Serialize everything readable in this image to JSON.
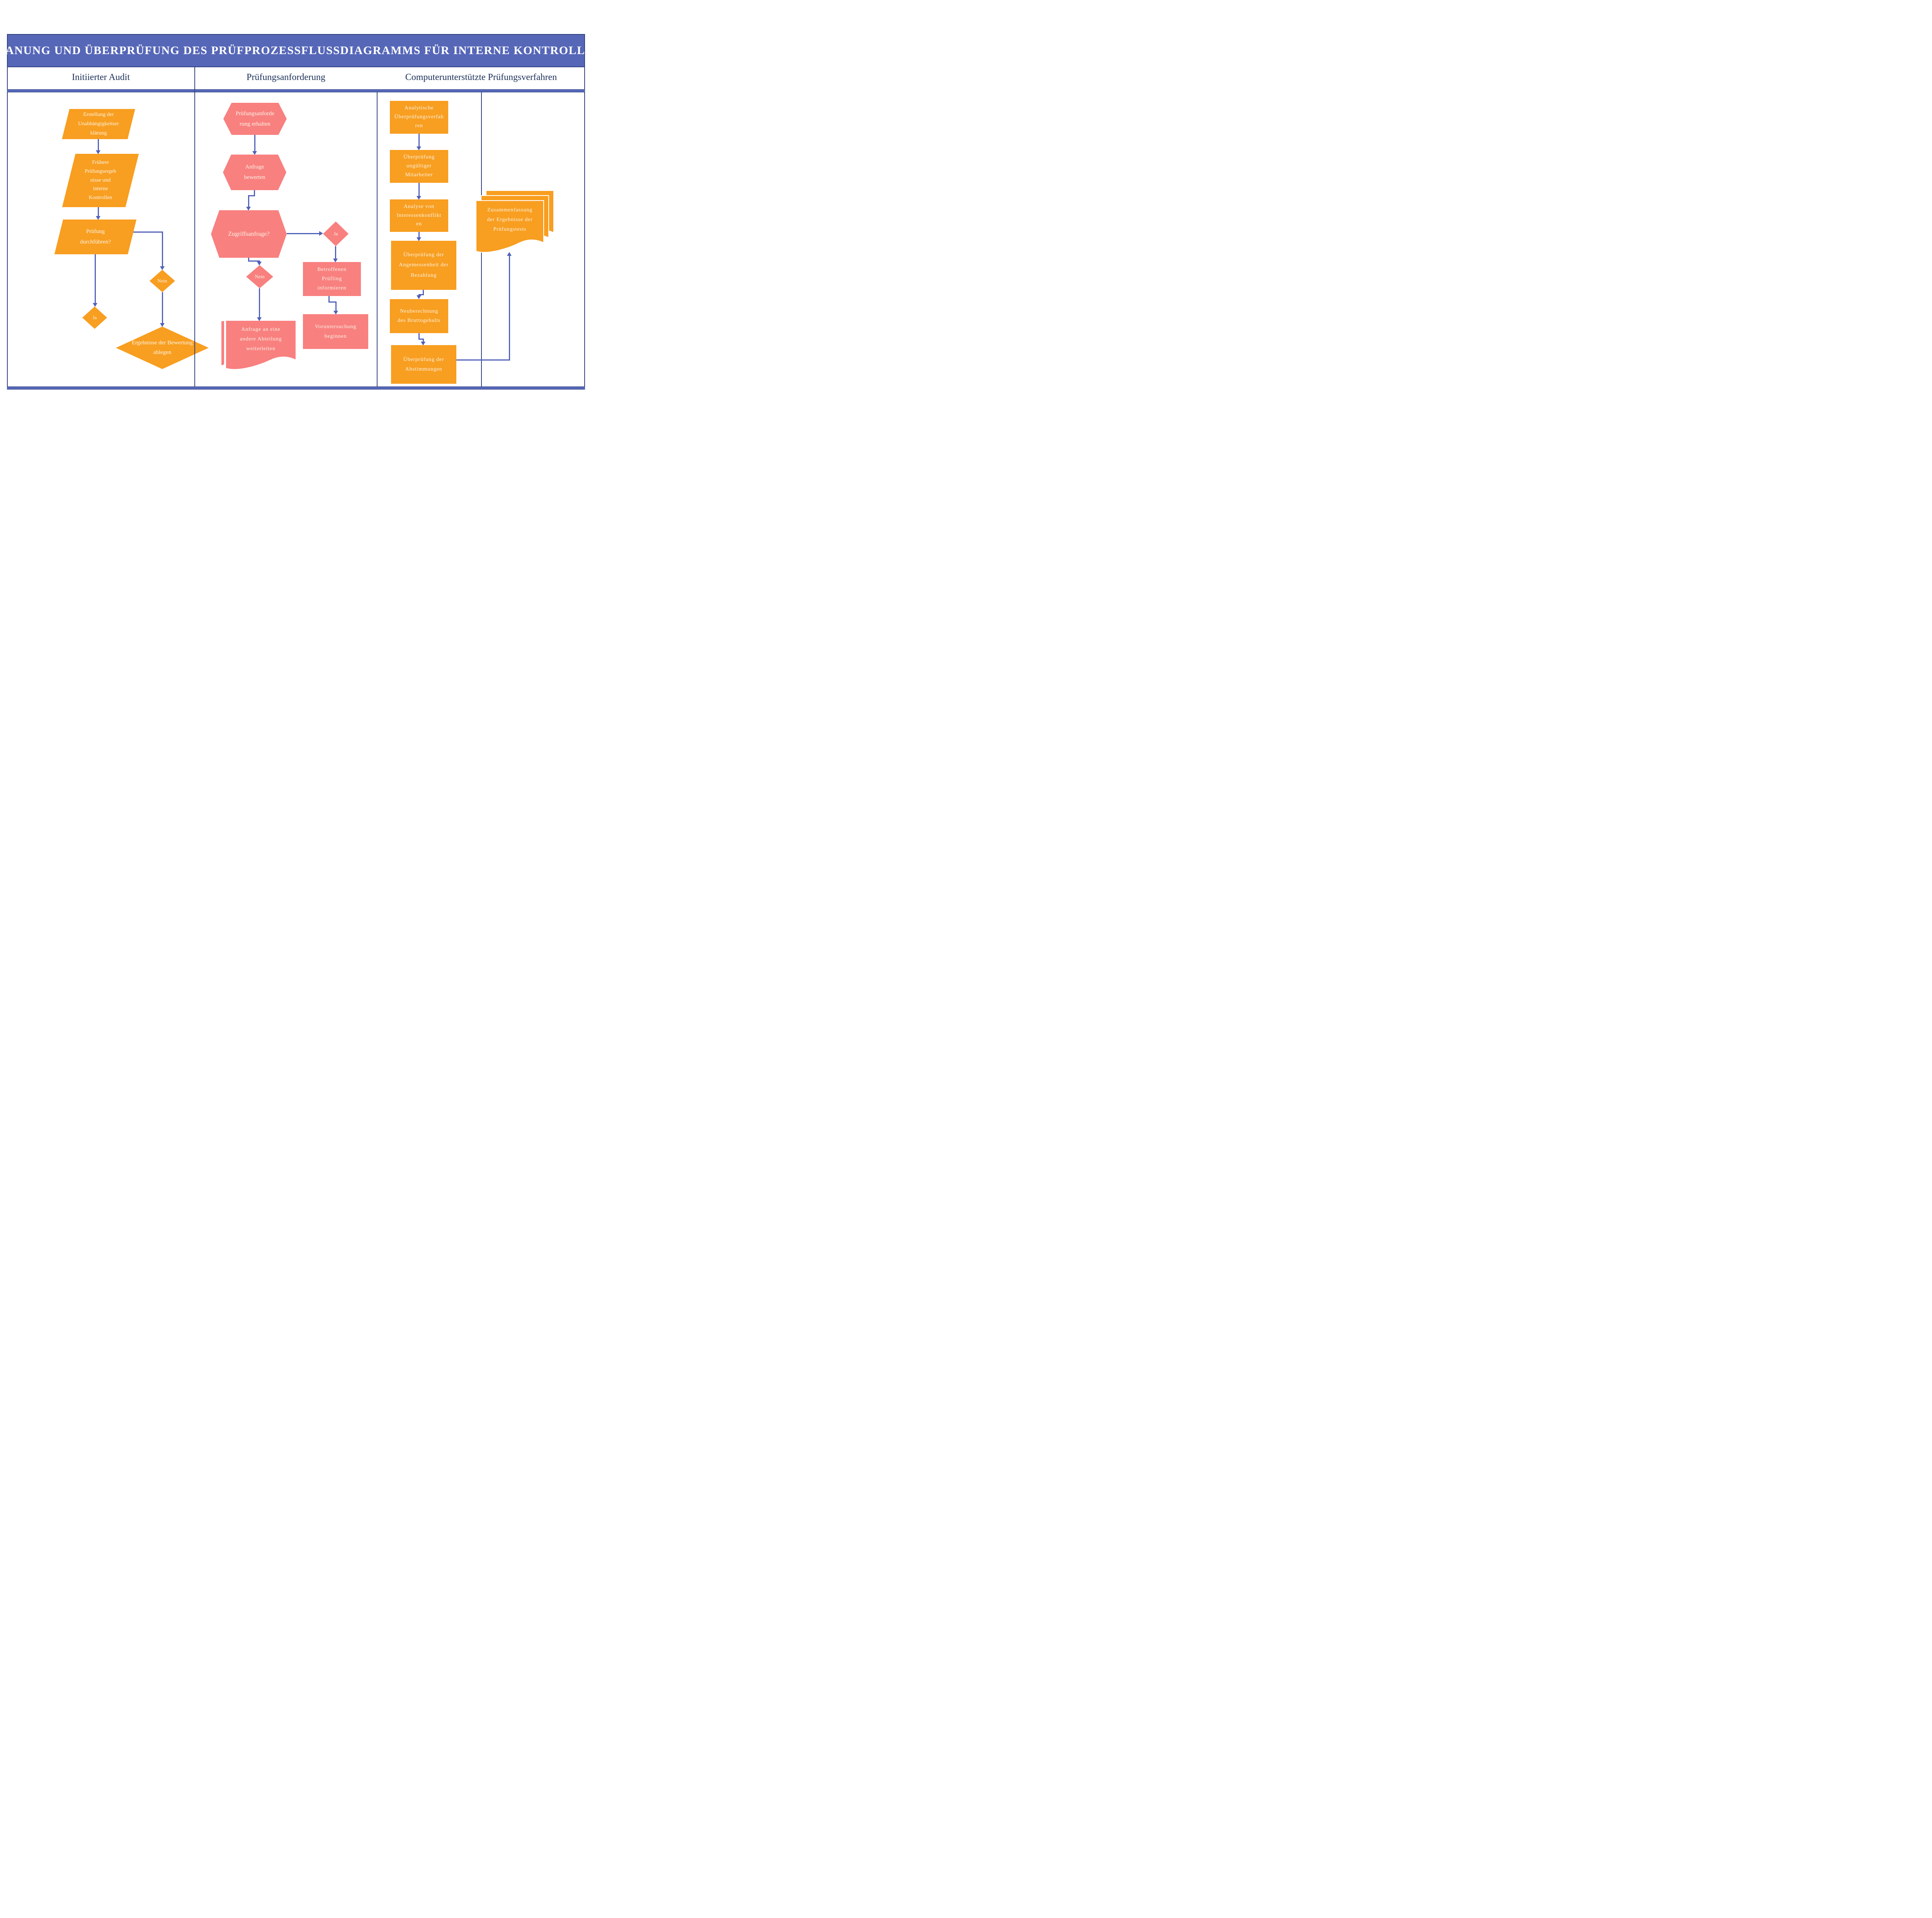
{
  "title": "PLANUNG UND ÜBERPRÜFUNG DES PRÜFPROZESSFLUSSDIAGRAMMS FÜR INTERNE KONTROLLEN",
  "lanes": {
    "lane1": "Initiierter Audit",
    "lane2": "Prüfungsanforderung",
    "lane3": "Computerunterstützte Prüfungsverfahren"
  },
  "nodes": {
    "independence": {
      "type": "parallelogram",
      "label": "Erstellung der\nUnabhängigkeitser\nklärung"
    },
    "previous_results": {
      "type": "parallelogram",
      "label": "Frühere\nPrüfungsergeb\nnisse und\ninterne\nKontrollen"
    },
    "perform_audit": {
      "type": "parallelogram",
      "label": "Prüfung\ndurchführen?"
    },
    "audit_nein": {
      "type": "decision",
      "label": "Nein"
    },
    "audit_ja": {
      "type": "decision",
      "label": "Ja"
    },
    "file_results": {
      "type": "decision",
      "label": "Ergebnisse der Bewertung\nablegen"
    },
    "request_received": {
      "type": "hexagon",
      "label": "Prüfungsanforde\nrung erhalten"
    },
    "evaluate_request": {
      "type": "hexagon",
      "label": "Anfrage\nbewerten"
    },
    "access_request": {
      "type": "hexagon",
      "label": "Zugriffsanfrage?"
    },
    "access_ja": {
      "type": "decision",
      "label": "Ja"
    },
    "access_nein": {
      "type": "decision",
      "label": "Nein"
    },
    "inform_auditee": {
      "type": "process",
      "label": "Betroffenen\nPrüfling\ninformieren"
    },
    "start_pre_exam": {
      "type": "process",
      "label": "Voruntersuchung\nbeginnen"
    },
    "forward_request": {
      "type": "document",
      "label": "Anfrage an eine\nandere Abteilung\nweiterleiten"
    },
    "analytical": {
      "type": "process",
      "label": "Analytische\nÜberprüfungsverfah\nren"
    },
    "invalid_employees": {
      "type": "process",
      "label": "Überprüfung\nungültiger\nMitarbeiter"
    },
    "conflict_analysis": {
      "type": "process",
      "label": "Analyse von\nInteressenkonflikt\nen"
    },
    "pay_adequacy": {
      "type": "process",
      "label": "Überprüfung der\nAngemessenheit der\nBezahlung"
    },
    "gross_salary": {
      "type": "process",
      "label": "Neuberechnung\ndes Bruttogehalts"
    },
    "reconciliations": {
      "type": "process",
      "label": "Überprüfung der\nAbstimmungen"
    },
    "summary": {
      "type": "multi-document",
      "label": "Zusammenfassung\nder Ergebnisse der\nPrüfungstests"
    }
  },
  "colors": {
    "orange": "#f89e20",
    "pink": "#f8807f",
    "band": "#5667b8",
    "line": "#31427f",
    "arrow": "#5061b8",
    "header_text": "#1b3059",
    "label_text": "#fdf6e8"
  }
}
